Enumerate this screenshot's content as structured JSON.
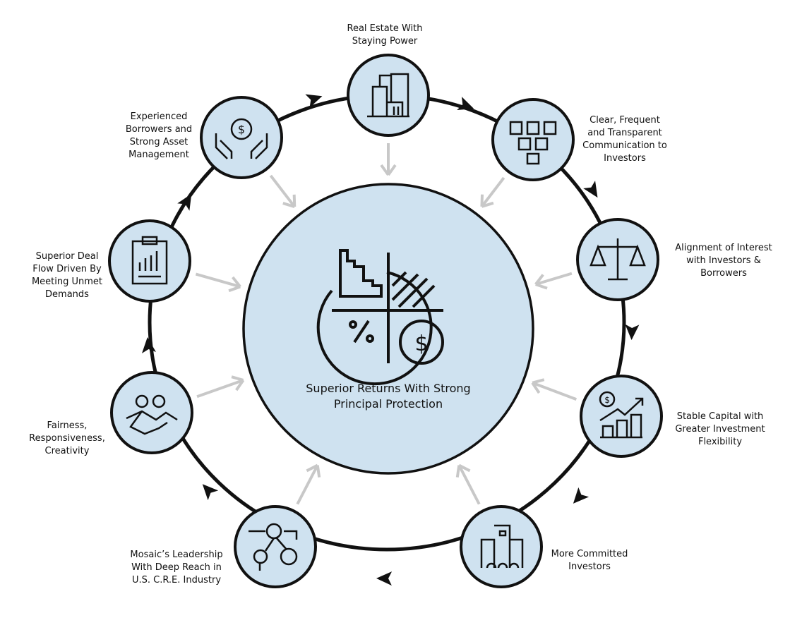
{
  "center": {
    "title_lines": [
      "Superior Returns With Strong",
      "Principal Protection"
    ],
    "icon": "pie-chart-dollar-icon"
  },
  "nodes": [
    {
      "id": "real-estate",
      "lines": [
        "Real Estate With",
        "Staying Power"
      ],
      "icon": "buildings-icon"
    },
    {
      "id": "communication",
      "lines": [
        "Clear, Frequent",
        "and Transparent",
        "Communication to",
        "Investors"
      ],
      "icon": "org-chart-icon"
    },
    {
      "id": "alignment",
      "lines": [
        "Alignment of Interest",
        "with Investors &",
        "Borrowers"
      ],
      "icon": "scales-icon"
    },
    {
      "id": "stable-capital",
      "lines": [
        "Stable Capital with",
        "Greater Investment",
        "Flexibility"
      ],
      "icon": "growth-coins-icon"
    },
    {
      "id": "committed-investors",
      "lines": [
        "More Committed",
        "Investors"
      ],
      "icon": "office-people-icon"
    },
    {
      "id": "leadership",
      "lines": [
        "Mosaic’s Leadership",
        "With Deep Reach in",
        "U.S. C.R.E. Industry"
      ],
      "icon": "network-people-icon"
    },
    {
      "id": "fairness",
      "lines": [
        "Fairness,",
        "Responsiveness,",
        "Creativity"
      ],
      "icon": "handshake-icon"
    },
    {
      "id": "deal-flow",
      "lines": [
        "Superior Deal",
        "Flow Driven By",
        "Meeting Unmet",
        "Demands"
      ],
      "icon": "clipboard-chart-icon"
    },
    {
      "id": "borrowers",
      "lines": [
        "Experienced",
        "Borrowers and",
        "Strong Asset",
        "Management"
      ],
      "icon": "hands-dollar-icon"
    }
  ],
  "colors": {
    "fill": "#cfe2f0",
    "stroke": "#111111",
    "arrow": "#c8c8c8"
  }
}
